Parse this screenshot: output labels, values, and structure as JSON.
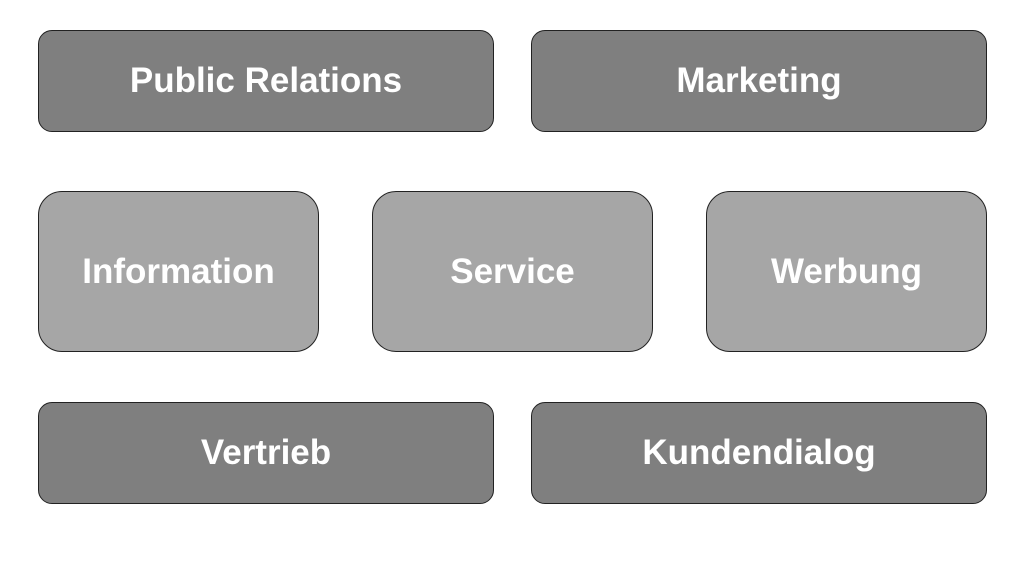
{
  "boxes": {
    "public_relations": "Public Relations",
    "marketing": "Marketing",
    "information": "Information",
    "service": "Service",
    "werbung": "Werbung",
    "vertrieb": "Vertrieb",
    "kundendialog": "Kundendialog"
  },
  "colors": {
    "dark": "#7f7f7f",
    "light": "#a6a6a6"
  }
}
